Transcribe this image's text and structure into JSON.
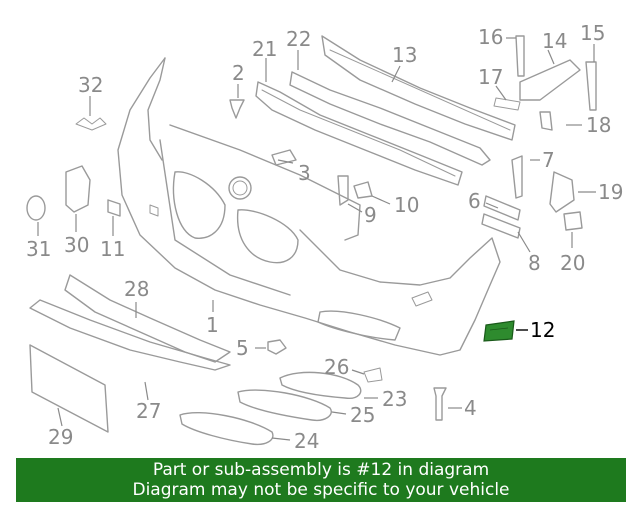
{
  "diagram": {
    "callouts": {
      "c1": "1",
      "c2": "2",
      "c3": "3",
      "c4": "4",
      "c5": "5",
      "c6": "6",
      "c7": "7",
      "c8": "8",
      "c9": "9",
      "c10": "10",
      "c11": "11",
      "c12": "12",
      "c13": "13",
      "c14": "14",
      "c15": "15",
      "c16": "16",
      "c17": "17",
      "c18": "18",
      "c19": "19",
      "c20": "20",
      "c21": "21",
      "c22": "22",
      "c23": "23",
      "c24": "24",
      "c25": "25",
      "c26": "26",
      "c27": "27",
      "c28": "28",
      "c29": "29",
      "c30": "30",
      "c31": "31",
      "c32": "32"
    },
    "highlight_color": "#2e8b2e",
    "highlighted_part": "12"
  },
  "banner": {
    "line1": "Part or sub-assembly is #12 in diagram",
    "line2": "Diagram may not be specific to your vehicle",
    "background": "#1e7a1e"
  }
}
